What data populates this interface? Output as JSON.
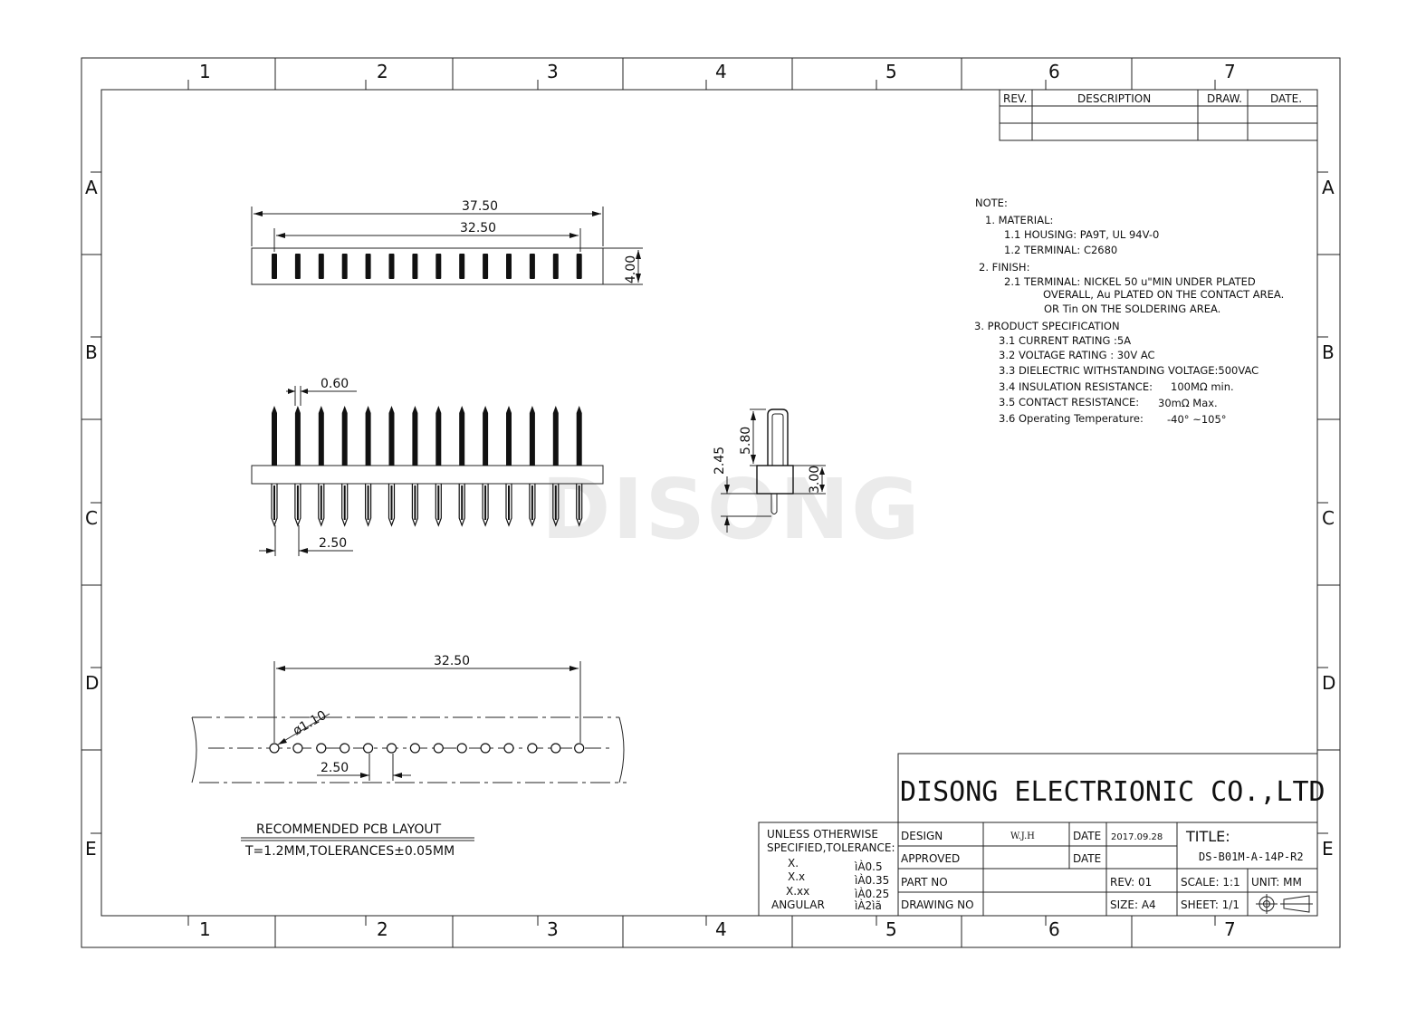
{
  "zones": {
    "columns": [
      "1",
      "2",
      "3",
      "4",
      "5",
      "6",
      "7"
    ],
    "rows": [
      "A",
      "B",
      "C",
      "D",
      "E"
    ]
  },
  "revision_table": {
    "headers": [
      "REV.",
      "DESCRIPTION",
      "DRAW.",
      "DATE."
    ]
  },
  "notes": {
    "heading": "NOTE:",
    "material": "1. MATERIAL:",
    "housing": "1.1 HOUSING: PA9T, UL 94V-0",
    "terminal": "1.2 TERMINAL: C2680",
    "finish": "2. FINISH:",
    "finish_l1": "2.1 TERMINAL: NICKEL 50 u\"MIN UNDER PLATED",
    "finish_l2": "OVERALL, Au PLATED ON THE CONTACT AREA.",
    "finish_l3": "OR Tin ON THE SOLDERING AREA.",
    "spec": "3. PRODUCT SPECIFICATION",
    "s1": "3.1 CURRENT RATING :5A",
    "s2": "3.2 VOLTAGE RATING : 30V AC",
    "s3": "3.3 DIELECTRIC WITHSTANDING VOLTAGE:500VAC",
    "s4_label": "3.4 INSULATION RESISTANCE:",
    "s4_value": "100MΩ min.",
    "s5_label": "3.5 CONTACT RESISTANCE:",
    "s5_value": "30mΩ Max.",
    "s6_label": "3.6 Operating Temperature:",
    "s6_value": "-40° ~105°"
  },
  "dimensions": {
    "overall_length": "37.50",
    "pitch_span": "32.50",
    "height": "4.00",
    "pin_width": "0.60",
    "pitch": "2.50",
    "pin_length": "5.80",
    "tail_length": "2.45",
    "housing_height": "3.00",
    "pcb_span": "32.50",
    "hole_dia": "ø1.10",
    "pcb_pitch": "2.50"
  },
  "pin_count": 14,
  "watermark": "DISONG",
  "pcb_layout": {
    "caption": "RECOMMENDED PCB LAYOUT",
    "subcaption": "T=1.2MM,TOLERANCES±0.05MM"
  },
  "title_block": {
    "company": "DISONG ELECTRIONIC CO.,LTD",
    "tol_l1": "UNLESS OTHERWISE",
    "tol_l2": "SPECIFIED,TOLERANCE:",
    "tol_x": "X.",
    "tol_x_val": "ìÀ0.5",
    "tol_xx": "X.x",
    "tol_xx_val": "ìÀ0.35",
    "tol_xxx": "X.xx",
    "tol_xxx_val": "ìÀ0.25",
    "tol_ang": "ANGULAR",
    "tol_ang_val": "ìÀ2ìã",
    "design_label": "DESIGN",
    "design_value": "W.J.H",
    "date_label": "DATE",
    "date_value": "2017.09.28",
    "approved_label": "APPROVED",
    "date_label2": "DATE",
    "partno_label": "PART NO",
    "rev_label": "REV: 01",
    "drawingno_label": "DRAWING NO",
    "size_label": "SIZE: A4",
    "title_label": "TITLE:",
    "title_value": "DS-B01M-A-14P-R2",
    "scale_label": "SCALE: 1:1",
    "unit_label": "UNIT: MM",
    "sheet_label": "SHEET: 1/1"
  }
}
